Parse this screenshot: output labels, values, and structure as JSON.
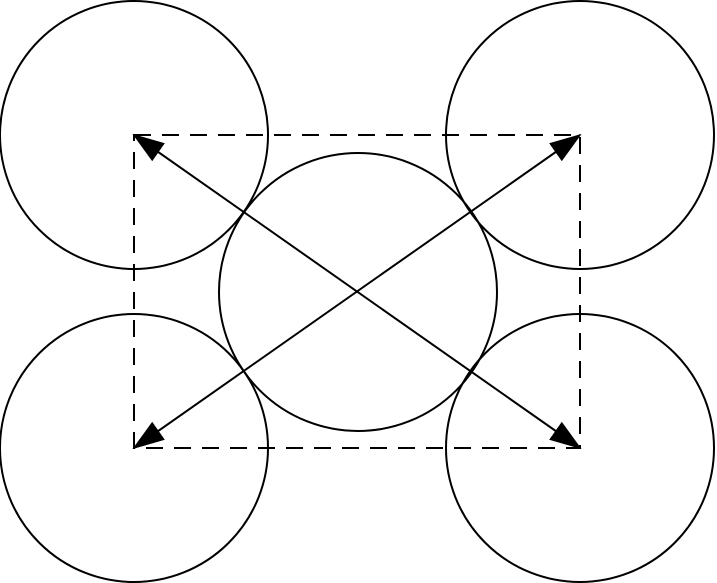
{
  "diagram": {
    "colors": {
      "stroke": "#000000",
      "background": "#ffffff"
    },
    "shapes": {
      "circles": [
        "top-left",
        "top-right",
        "center",
        "bottom-left",
        "bottom-right"
      ],
      "frame": "dashed-rectangle",
      "arrows": [
        "diagonal-top-left-to-bottom-right",
        "diagonal-bottom-left-to-top-right"
      ],
      "arrowheads": "both-ends"
    }
  }
}
